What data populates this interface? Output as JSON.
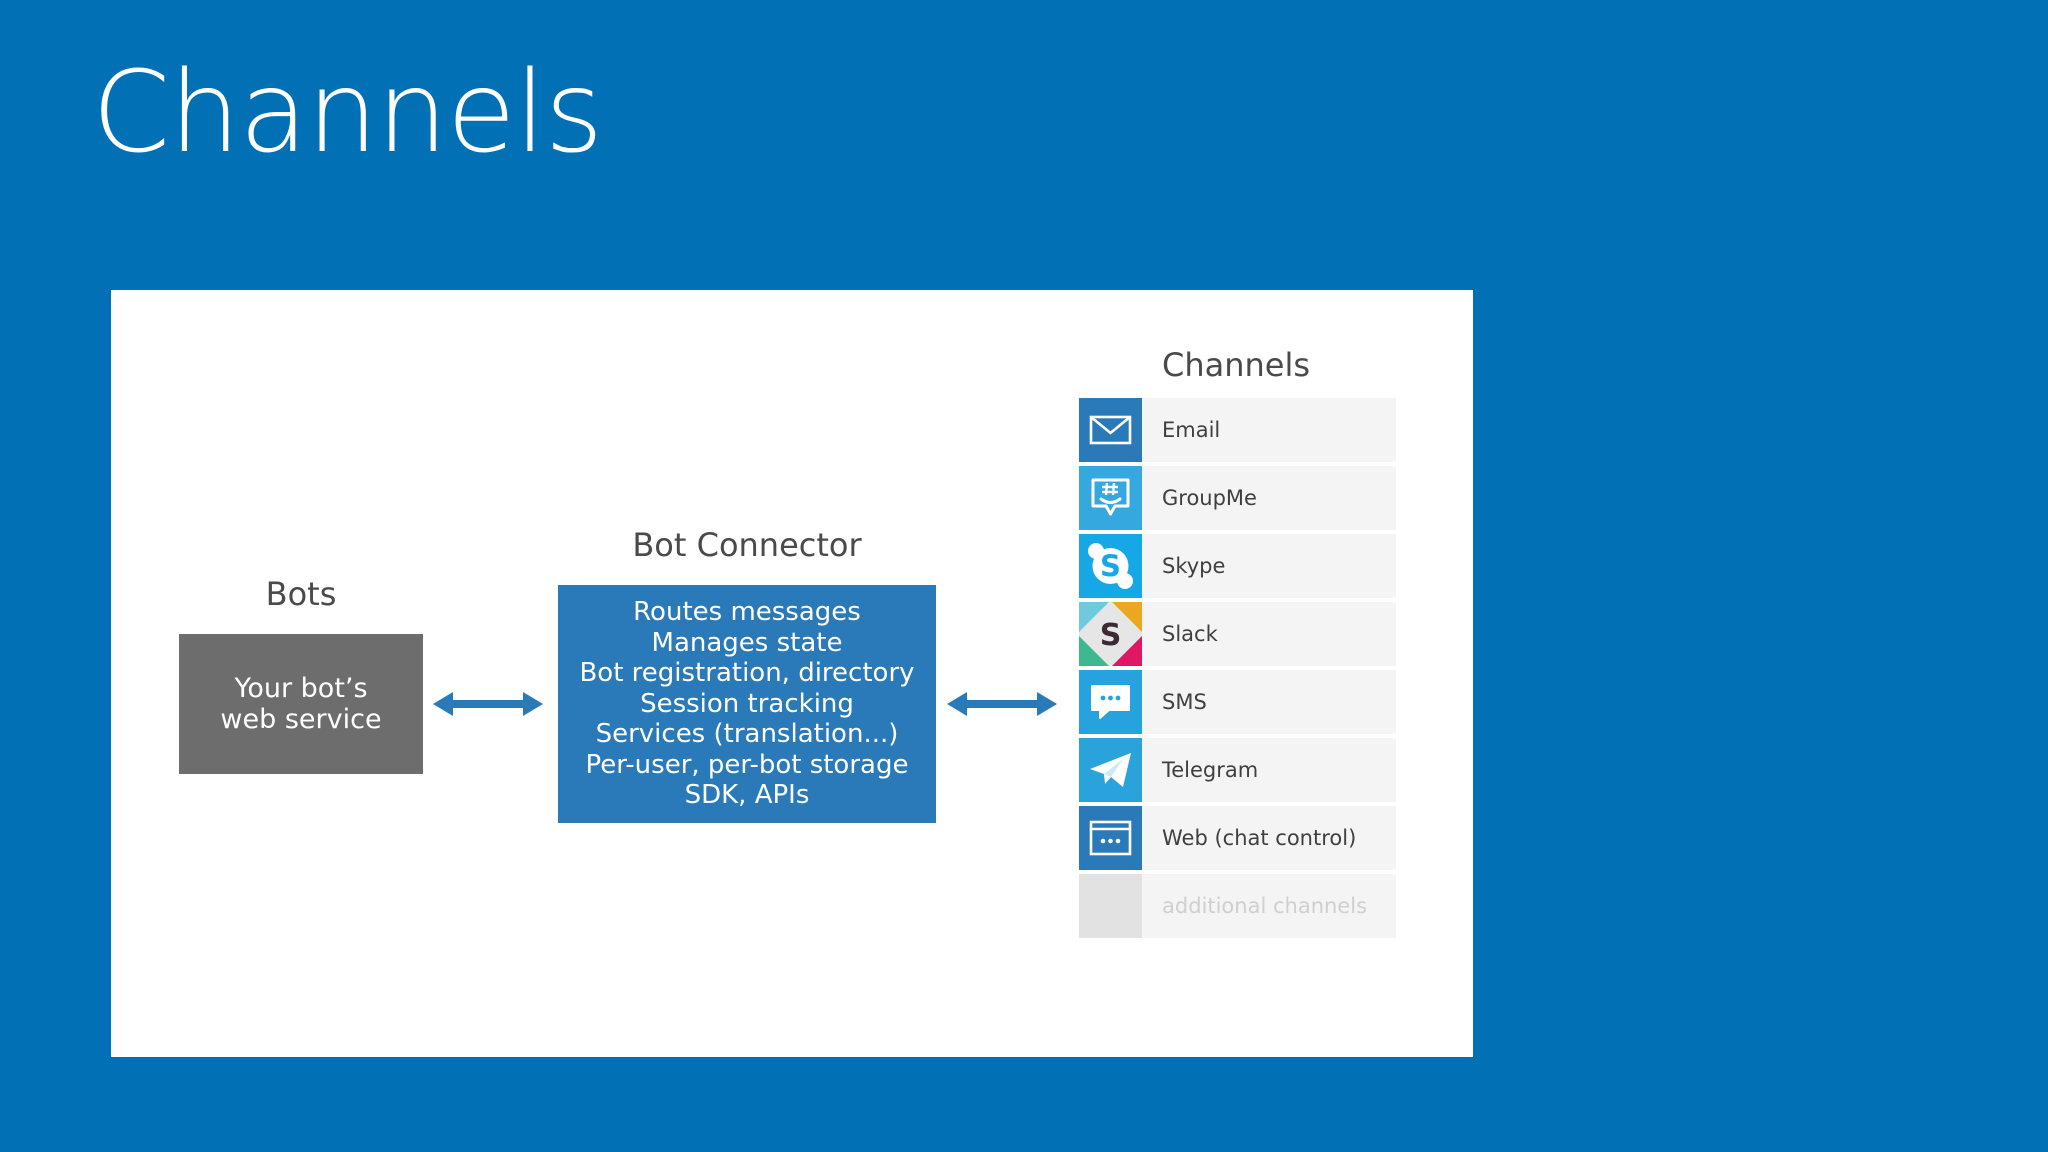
{
  "slide": {
    "title": "Channels"
  },
  "diagram": {
    "bots_heading": "Bots",
    "bot_box_lines": [
      "Your bot’s",
      "web service"
    ],
    "connector_heading": "Bot Connector",
    "connector_lines": [
      "Routes messages",
      "Manages state",
      "Bot registration, directory",
      "Session tracking",
      "Services (translation...)",
      "Per-user, per-bot storage",
      "SDK, APIs"
    ],
    "channels_heading": "Channels",
    "channels": [
      {
        "label": "Email",
        "icon": "envelope-icon",
        "color": "#2a7ab9"
      },
      {
        "label": "GroupMe",
        "icon": "groupme-icon",
        "color": "#35a8e0"
      },
      {
        "label": "Skype",
        "icon": "skype-icon",
        "color": "#16a7e6"
      },
      {
        "label": "Slack",
        "icon": "slack-icon",
        "color": "#e6e6e6"
      },
      {
        "label": "SMS",
        "icon": "sms-icon",
        "color": "#26a3de"
      },
      {
        "label": "Telegram",
        "icon": "telegram-icon",
        "color": "#2aa3dc"
      },
      {
        "label": "Web (chat control)",
        "icon": "web-chat-icon",
        "color": "#2a7ab9"
      },
      {
        "label": "additional channels",
        "icon": "placeholder-icon",
        "color": "#e2e2e2"
      }
    ],
    "colors": {
      "background": "#0170b4",
      "panel": "#ffffff",
      "bot_box": "#6e6d6e",
      "connector_box": "#2a7ab9",
      "arrow": "#2a7ab9",
      "channel_row": "#f4f4f5"
    }
  }
}
